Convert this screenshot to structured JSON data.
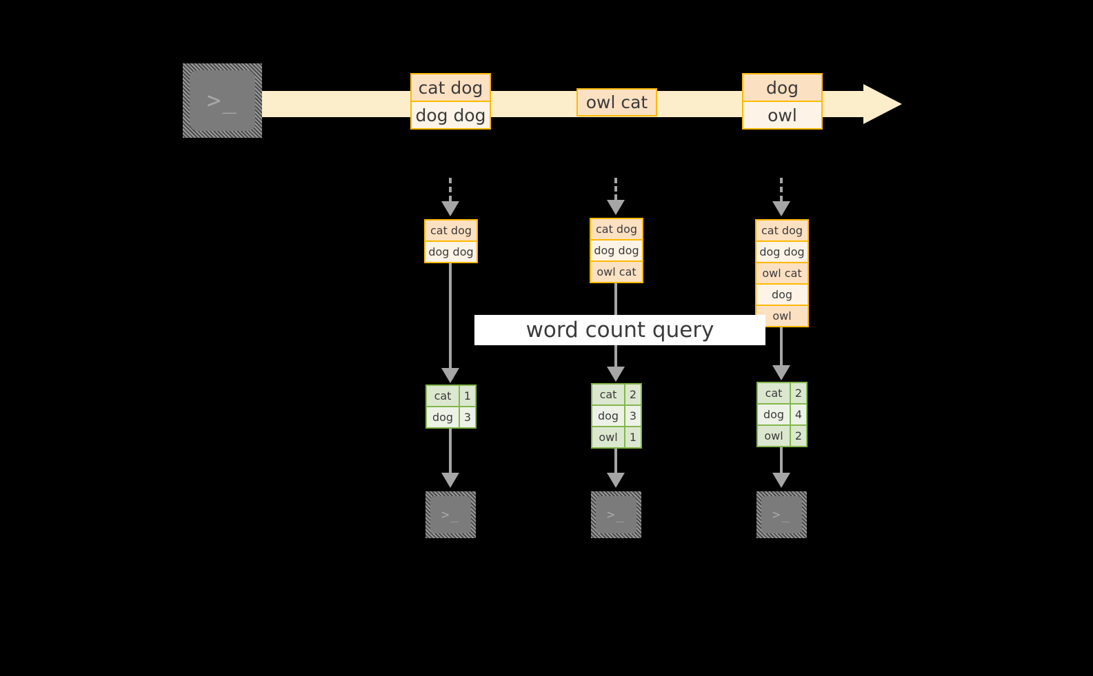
{
  "diagram": {
    "title_label": "word count query",
    "colors": {
      "stream": "#FDEECB",
      "event_border": "#FFB900",
      "event_fill_dark": "#FCE0C2",
      "event_fill_light": "#FDF3E6",
      "table_border": "#82B74B",
      "table_fill_dark": "#DCE7CF",
      "table_fill_light": "#EDF2E7",
      "connector": "#A6A6A6",
      "terminal": "#7B7B7B",
      "background": "#000000",
      "label_background": "#FFFFFF"
    },
    "source": {
      "icon": "terminal-icon",
      "glyph": ">_"
    },
    "stream_events": [
      {
        "name": "event-group-1",
        "lines": [
          "cat dog",
          "dog dog"
        ]
      },
      {
        "name": "event-group-2",
        "lines": [
          "owl cat"
        ]
      },
      {
        "name": "event-group-3",
        "lines": [
          "dog",
          "owl"
        ]
      }
    ],
    "snapshots": [
      {
        "name": "snapshot-1",
        "events": [
          "cat dog",
          "dog dog"
        ],
        "results": [
          {
            "word": "cat",
            "count": "1"
          },
          {
            "word": "dog",
            "count": "3"
          }
        ],
        "sink": {
          "icon": "terminal-icon",
          "glyph": ">_"
        }
      },
      {
        "name": "snapshot-2",
        "events": [
          "cat dog",
          "dog dog",
          "owl cat"
        ],
        "results": [
          {
            "word": "cat",
            "count": "2"
          },
          {
            "word": "dog",
            "count": "3"
          },
          {
            "word": "owl",
            "count": "1"
          }
        ],
        "sink": {
          "icon": "terminal-icon",
          "glyph": ">_"
        }
      },
      {
        "name": "snapshot-3",
        "events": [
          "cat dog",
          "dog dog",
          "owl cat",
          "dog",
          "owl"
        ],
        "results": [
          {
            "word": "cat",
            "count": "2"
          },
          {
            "word": "dog",
            "count": "4"
          },
          {
            "word": "owl",
            "count": "2"
          }
        ],
        "sink": {
          "icon": "terminal-icon",
          "glyph": ">_"
        }
      }
    ]
  }
}
